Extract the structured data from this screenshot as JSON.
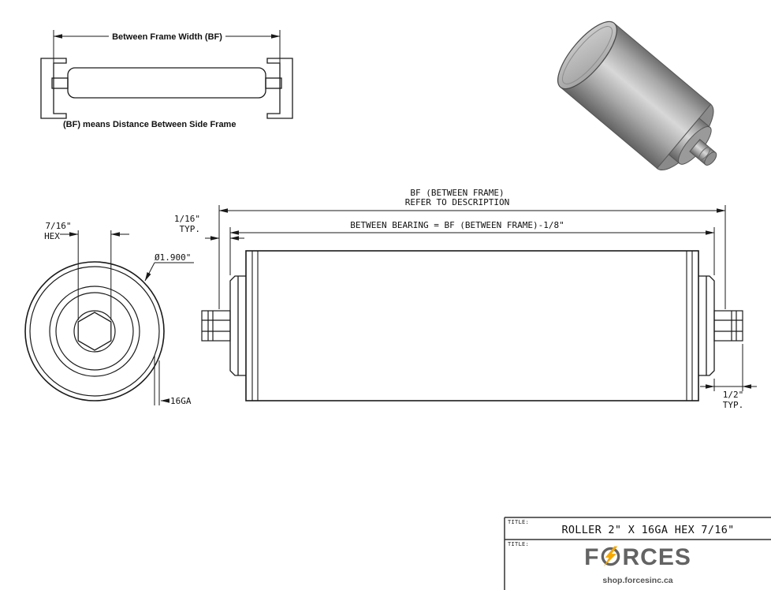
{
  "frame_diagram": {
    "dim_label": "Between Frame Width (BF)",
    "caption": "(BF) means Distance Between Side Frame"
  },
  "end_view": {
    "hex_size": "7/16\"",
    "hex_unit": "HEX",
    "diameter": "Ø1.900\"",
    "gauge": "16GA"
  },
  "side_view": {
    "bf_label": "BF (BETWEEN FRAME)",
    "bf_note": "REFER TO DESCRIPTION",
    "between_bearing_label": "BETWEEN BEARING = BF (BETWEEN FRAME)-1/8\"",
    "gap_value": "1/16\"",
    "gap_typ": "TYP.",
    "shaft_value": "1/2\"",
    "shaft_typ": "TYP."
  },
  "title_block": {
    "cell_label_1": "TITLE:",
    "cell_label_2": "TITLE:",
    "drawing_title": "ROLLER 2\" X 16GA HEX 7/16\"",
    "brand_f": "F",
    "brand_rces": "RCES",
    "website": "shop.forcesinc.ca"
  },
  "colors": {
    "line": "#1a1a1a",
    "accent_yellow": "#F5A800",
    "brand_gray": "#636363"
  }
}
